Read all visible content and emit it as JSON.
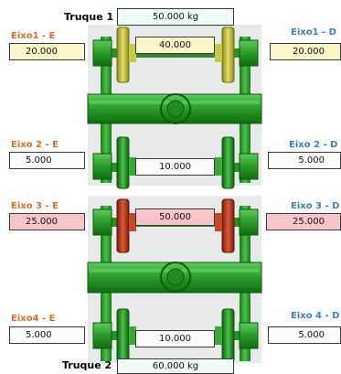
{
  "truque1": {
    "label": "Truque 1",
    "weight": "50.000 kg"
  },
  "truque2": {
    "label": "Truque 2",
    "weight": "60.000 kg"
  },
  "eixos": [
    {
      "left_label": "Eixo1 - E",
      "right_label": "Eixo1 - D",
      "left_value": "20.000",
      "right_value": "20.000",
      "total": "40.000",
      "status": "warning"
    },
    {
      "left_label": "Eixo 2 - E",
      "right_label": "Eixo 2 - D",
      "left_value": "5.000",
      "right_value": "5.000",
      "total": "10.000",
      "status": "normal"
    },
    {
      "left_label": "Eixo 3 - E",
      "right_label": "Eixo 3 - D",
      "left_value": "25.000",
      "right_value": "25.000",
      "total": "50.000",
      "status": "overload"
    },
    {
      "left_label": "Eixo4 - E",
      "right_label": "Eixo 4 - D",
      "left_value": "5.000",
      "right_value": "5.000",
      "total": "10.000",
      "status": "normal"
    }
  ],
  "colors": {
    "left_label": "#d9702a",
    "right_label": "#3f7fbf",
    "frame_green": "#2f9a2f",
    "axle_warning": "#b9b83a",
    "axle_overload": "#b73a1e",
    "value_warning_bg": "#fbf6c9",
    "value_overload_bg": "#f9c3ca"
  },
  "icons": [
    "bogie-frame-graphic",
    "wheelset-graphic",
    "bearing-box-icon",
    "center-plate-icon"
  ]
}
